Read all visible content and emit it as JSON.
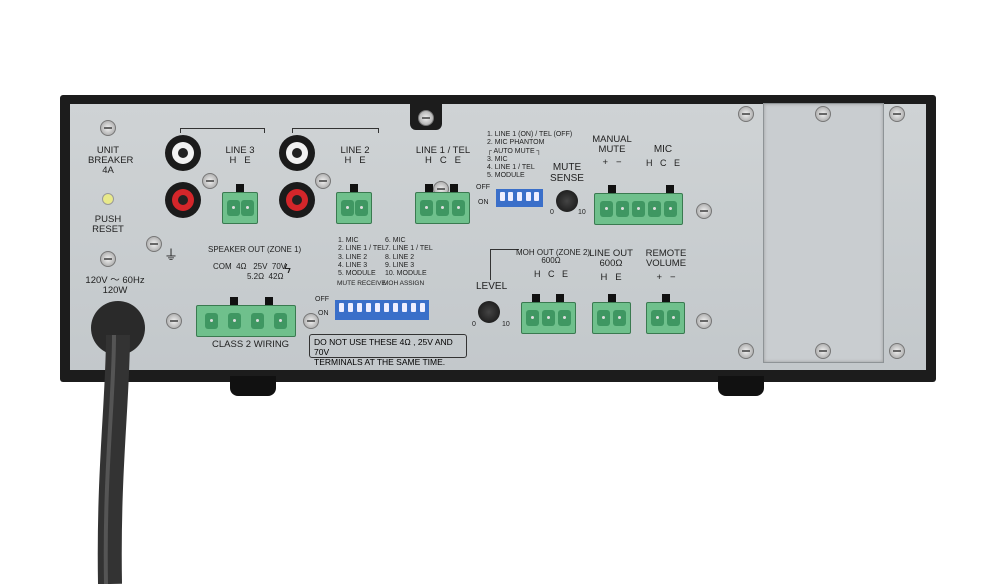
{
  "breaker": {
    "line1": "UNIT",
    "line2": "BREAKER",
    "rating": "4A",
    "reset1": "PUSH",
    "reset2": "RESET"
  },
  "power": {
    "line1": "120V ～ 60Hz",
    "line2": "120W"
  },
  "line3": {
    "label": "LINE 3",
    "pins": "H   E"
  },
  "line2": {
    "label": "LINE 2",
    "pins": "H   E"
  },
  "line1": {
    "label": "LINE 1 / TEL",
    "pins": "H   C   E"
  },
  "dip5": {
    "items": [
      "1. LINE 1 (ON) / TEL (OFF)",
      "2. MIC PHANTOM",
      "┌ AUTO MUTE ┐",
      "3. MIC",
      "4. LINE 1 / TEL",
      "5. MODULE"
    ],
    "off": "OFF",
    "on": "ON"
  },
  "mute_sense": {
    "line1": "MUTE",
    "line2": "SENSE",
    "min": "0",
    "max": "10"
  },
  "manual_mute": {
    "line1": "MANUAL",
    "line2": "MUTE",
    "pins": "+   −"
  },
  "mic": {
    "label": "MIC",
    "pins": "H   C   E"
  },
  "speaker": {
    "title": "SPEAKER OUT (ZONE 1)",
    "row1": "COM  4Ω   25V  70V",
    "row2": "5.2Ω  42Ω",
    "wiring": "CLASS 2 WIRING"
  },
  "dip10": {
    "col1": [
      "1. MIC",
      "2. LINE 1 / TEL",
      "3. LINE 2",
      "4. LINE 3",
      "5. MODULE"
    ],
    "col2": [
      "6. MIC",
      "7. LINE 1 / TEL",
      "8. LINE 2",
      "9. LINE 3",
      "10. MODULE"
    ],
    "mute_receive": "MUTE RECEIVE",
    "moh_assign": "MOH  ASSIGN",
    "off": "OFF",
    "on": "ON"
  },
  "warning": {
    "line1": "DO NOT USE THESE 4Ω , 25V AND 70V",
    "line2": "TERMINALS AT THE SAME TIME."
  },
  "level": {
    "label": "LEVEL",
    "min": "0",
    "max": "10"
  },
  "moh_out": {
    "line1": "MOH OUT (ZONE 2)",
    "line2": "600Ω",
    "pins": "H   C   E"
  },
  "line_out": {
    "line1": "LINE OUT",
    "line2": "600Ω",
    "pins": "H   E"
  },
  "remote": {
    "line1": "REMOTE",
    "line2": "VOLUME",
    "pins": "+   −"
  }
}
